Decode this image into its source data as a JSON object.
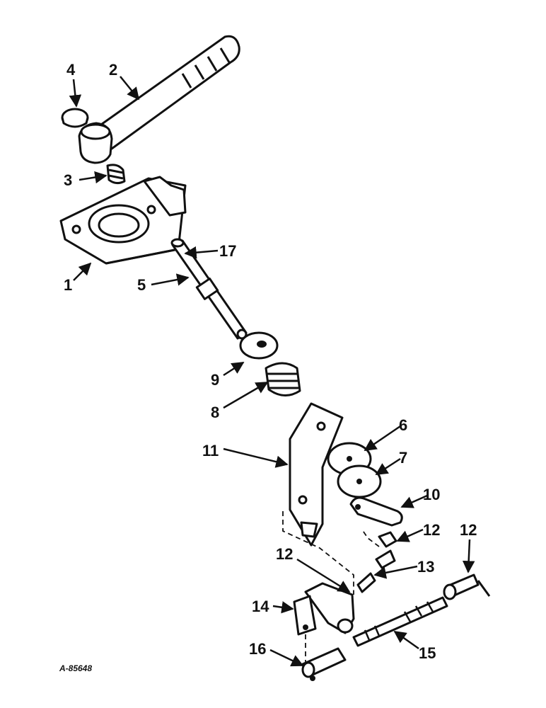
{
  "figure": {
    "reference_code": "A-85648",
    "callouts": {
      "c1": "1",
      "c2": "2",
      "c3": "3",
      "c4": "4",
      "c5": "5",
      "c6": "6",
      "c7": "7",
      "c8": "8",
      "c9": "9",
      "c10": "10",
      "c11": "11",
      "c12a": "12",
      "c12b": "12",
      "c12c": "12",
      "c13": "13",
      "c14": "14",
      "c15": "15",
      "c16": "16",
      "c17": "17"
    }
  }
}
